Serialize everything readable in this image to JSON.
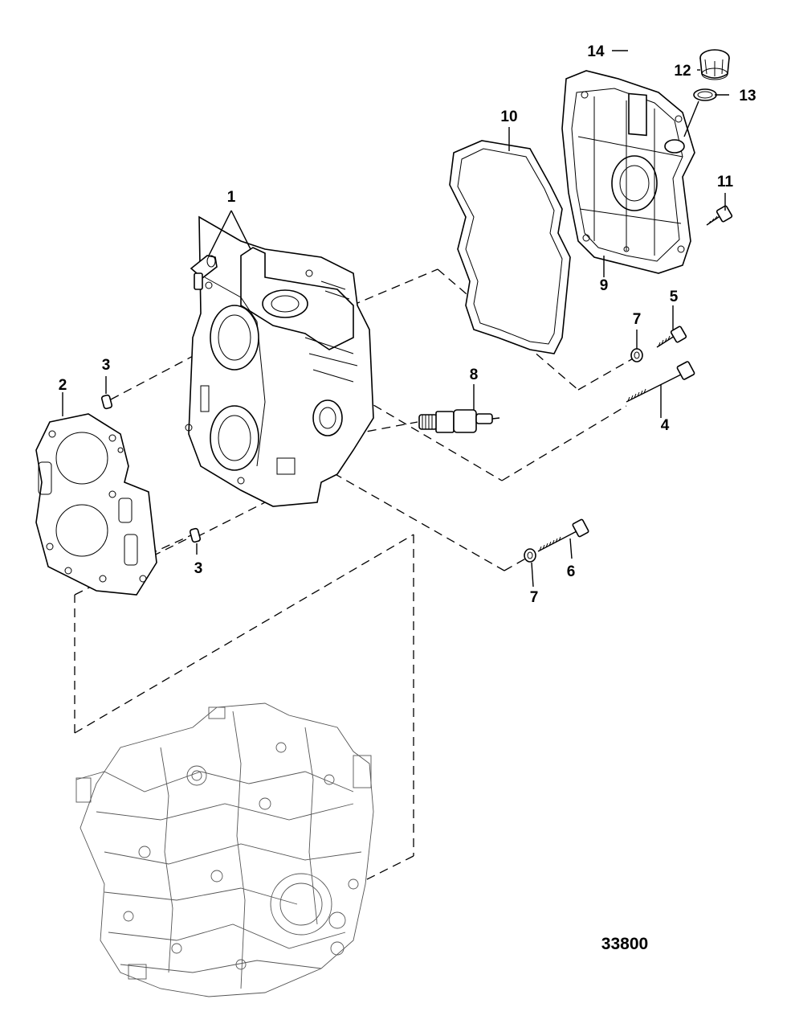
{
  "diagram": {
    "figure_number": "33800",
    "callouts": [
      {
        "id": "c1",
        "label": "1"
      },
      {
        "id": "c2",
        "label": "2"
      },
      {
        "id": "c3a",
        "label": "3"
      },
      {
        "id": "c3b",
        "label": "3"
      },
      {
        "id": "c4",
        "label": "4"
      },
      {
        "id": "c5",
        "label": "5"
      },
      {
        "id": "c6",
        "label": "6"
      },
      {
        "id": "c7a",
        "label": "7"
      },
      {
        "id": "c7b",
        "label": "7"
      },
      {
        "id": "c8",
        "label": "8"
      },
      {
        "id": "c9",
        "label": "9"
      },
      {
        "id": "c10",
        "label": "10"
      },
      {
        "id": "c11",
        "label": "11"
      },
      {
        "id": "c12",
        "label": "12"
      },
      {
        "id": "c13",
        "label": "13"
      },
      {
        "id": "c14",
        "label": "14"
      }
    ]
  }
}
